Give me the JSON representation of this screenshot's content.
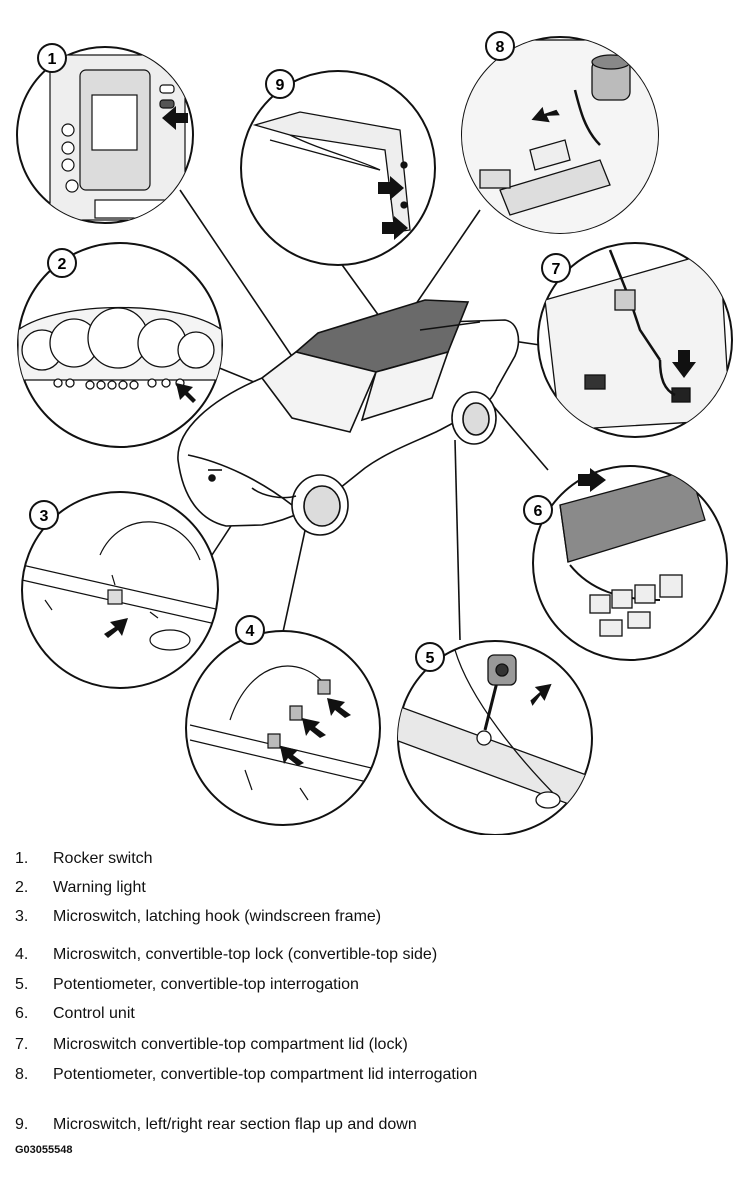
{
  "diagram": {
    "callouts": [
      "1",
      "2",
      "3",
      "4",
      "5",
      "6",
      "7",
      "8",
      "9"
    ]
  },
  "legend": [
    {
      "num": "1.",
      "text": "Rocker switch"
    },
    {
      "num": "2.",
      "text": "Warning light"
    },
    {
      "num": "3.",
      "text": "Microswitch, latching hook (windscreen frame)"
    },
    {
      "num": "4.",
      "text": "Microswitch, convertible-top lock (convertible-top side)"
    },
    {
      "num": "5.",
      "text": "Potentiometer, convertible-top interrogation"
    },
    {
      "num": "6.",
      "text": "Control unit"
    },
    {
      "num": "7.",
      "text": "Microswitch convertible-top compartment lid (lock)"
    },
    {
      "num": "8.",
      "text": "Potentiometer, convertible-top compartment lid interrogation"
    },
    {
      "num": "9.",
      "text": "Microswitch, left/right rear section flap up and down"
    }
  ],
  "figure_code": "G03055548"
}
